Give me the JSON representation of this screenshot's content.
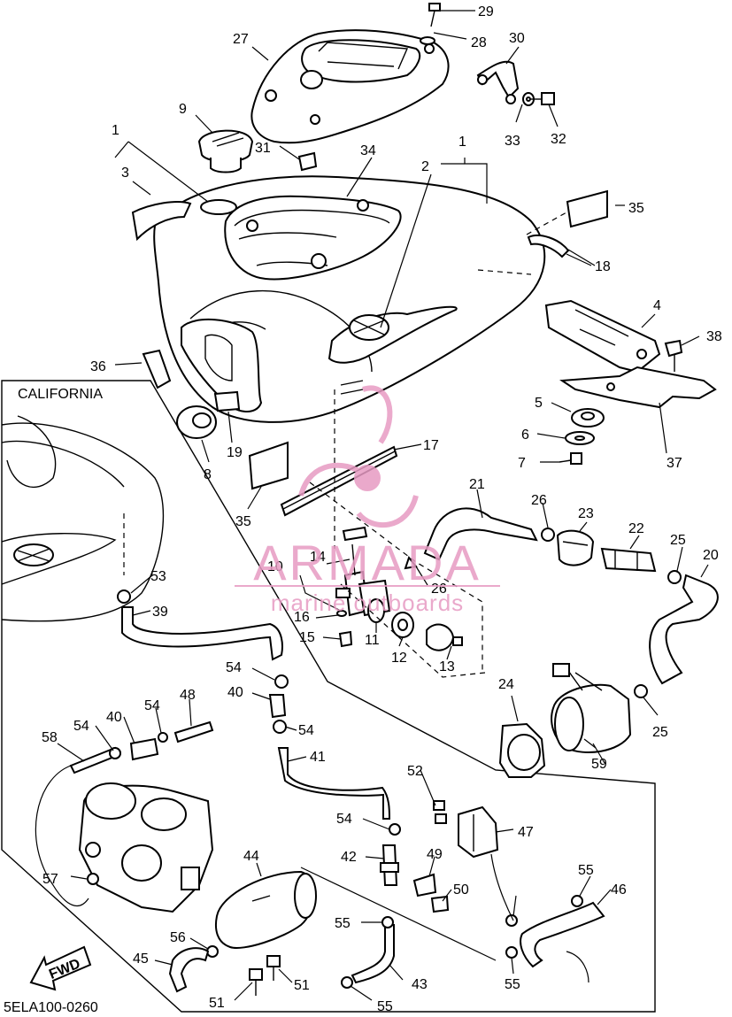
{
  "diagram_code": "5ELA100-0260",
  "inset_label": "CALIFORNIA",
  "fwd_label": "FWD",
  "watermark": {
    "brand": "ARMADA",
    "tagline": "marine outboards",
    "color": "#e79bc3"
  },
  "callouts": [
    "1",
    "1",
    "2",
    "3",
    "4",
    "5",
    "6",
    "7",
    "8",
    "9",
    "10",
    "11",
    "12",
    "13",
    "14",
    "15",
    "16",
    "17",
    "18",
    "19",
    "20",
    "21",
    "22",
    "23",
    "24",
    "25",
    "25",
    "26",
    "26",
    "27",
    "28",
    "29",
    "30",
    "31",
    "32",
    "33",
    "34",
    "35",
    "35",
    "36",
    "37",
    "38",
    "39",
    "40",
    "40",
    "41",
    "42",
    "43",
    "44",
    "45",
    "46",
    "47",
    "48",
    "49",
    "50",
    "51",
    "51",
    "52",
    "53",
    "54",
    "54",
    "54",
    "54",
    "54",
    "55",
    "55",
    "55",
    "55",
    "56",
    "57",
    "58",
    "59"
  ]
}
